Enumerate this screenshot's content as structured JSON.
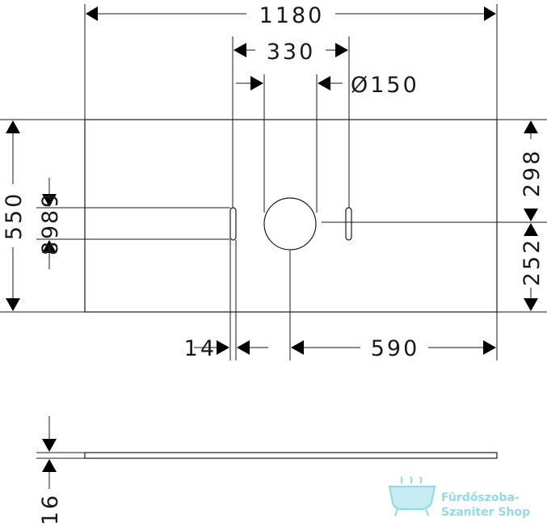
{
  "dimensions": {
    "overall_width": "1180",
    "hole_spacing": "330",
    "hole_diameter": "Ø150",
    "overall_height": "550",
    "slot_length_left": "89",
    "slot_length_right": "89",
    "top_to_center": "298",
    "center_to_bottom": "252",
    "slot_width": "14",
    "center_to_right_edge": "590",
    "thickness": "16"
  },
  "watermark": {
    "line1": "Fürdőszoba-",
    "line2": "Szaniter Shop",
    "color": "#7fd3e6"
  },
  "colors": {
    "line": "#1a1a1a",
    "arrow": "#000000"
  }
}
